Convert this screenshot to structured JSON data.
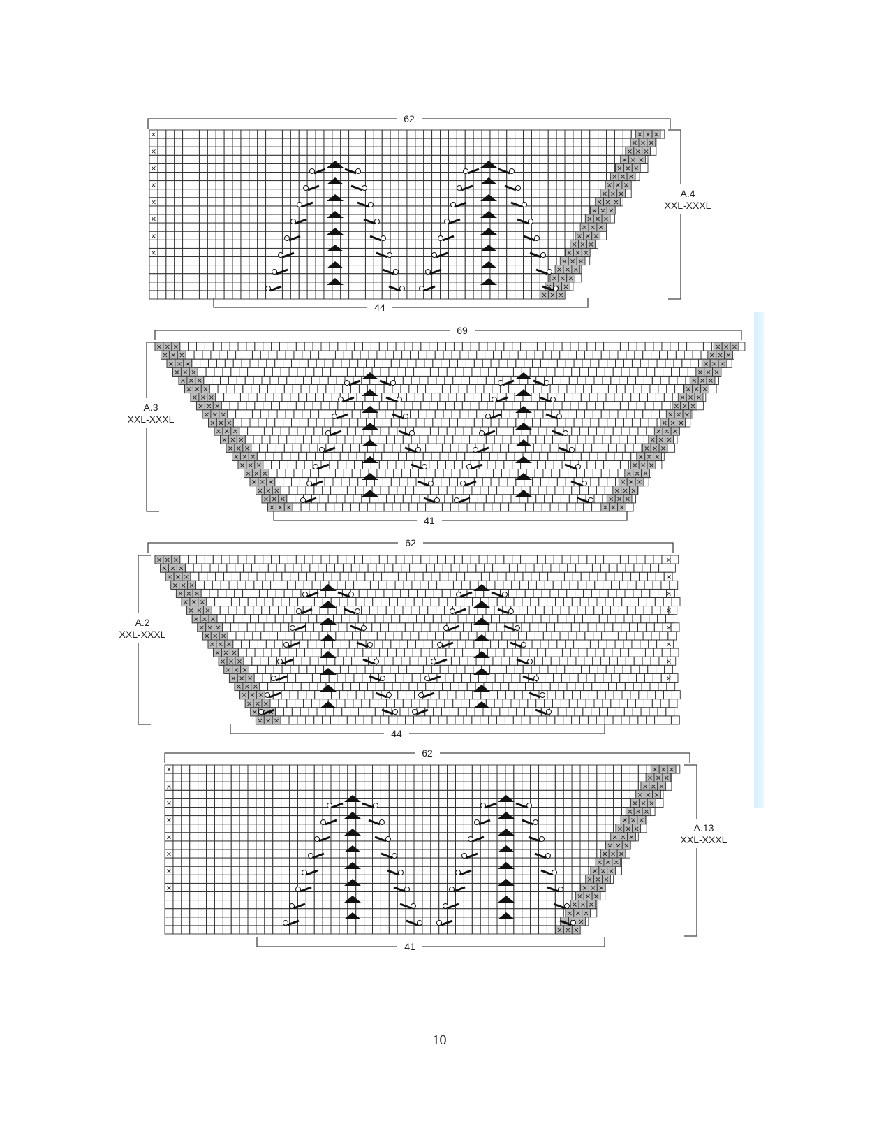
{
  "page": {
    "number": "10",
    "accent_strip_color": "#dff2ff"
  },
  "charts": [
    {
      "id": "A.4",
      "label": "A.4",
      "size": "XXL-XXXL",
      "top_count": "62",
      "bottom_count": "44"
    },
    {
      "id": "A.3",
      "label": "A.3",
      "size": "XXL-XXXL",
      "top_count": "69",
      "bottom_count": "41"
    },
    {
      "id": "A.2",
      "label": "A.2",
      "size": "XXL-XXXL",
      "top_count": "62",
      "bottom_count": "44"
    },
    {
      "id": "A.13",
      "label": "A.13",
      "size": "XXL-XXXL",
      "top_count": "62",
      "bottom_count": "41"
    }
  ],
  "symbols": {
    "cross": "×",
    "grid_color": "#222222",
    "fill_color": "#111111"
  }
}
